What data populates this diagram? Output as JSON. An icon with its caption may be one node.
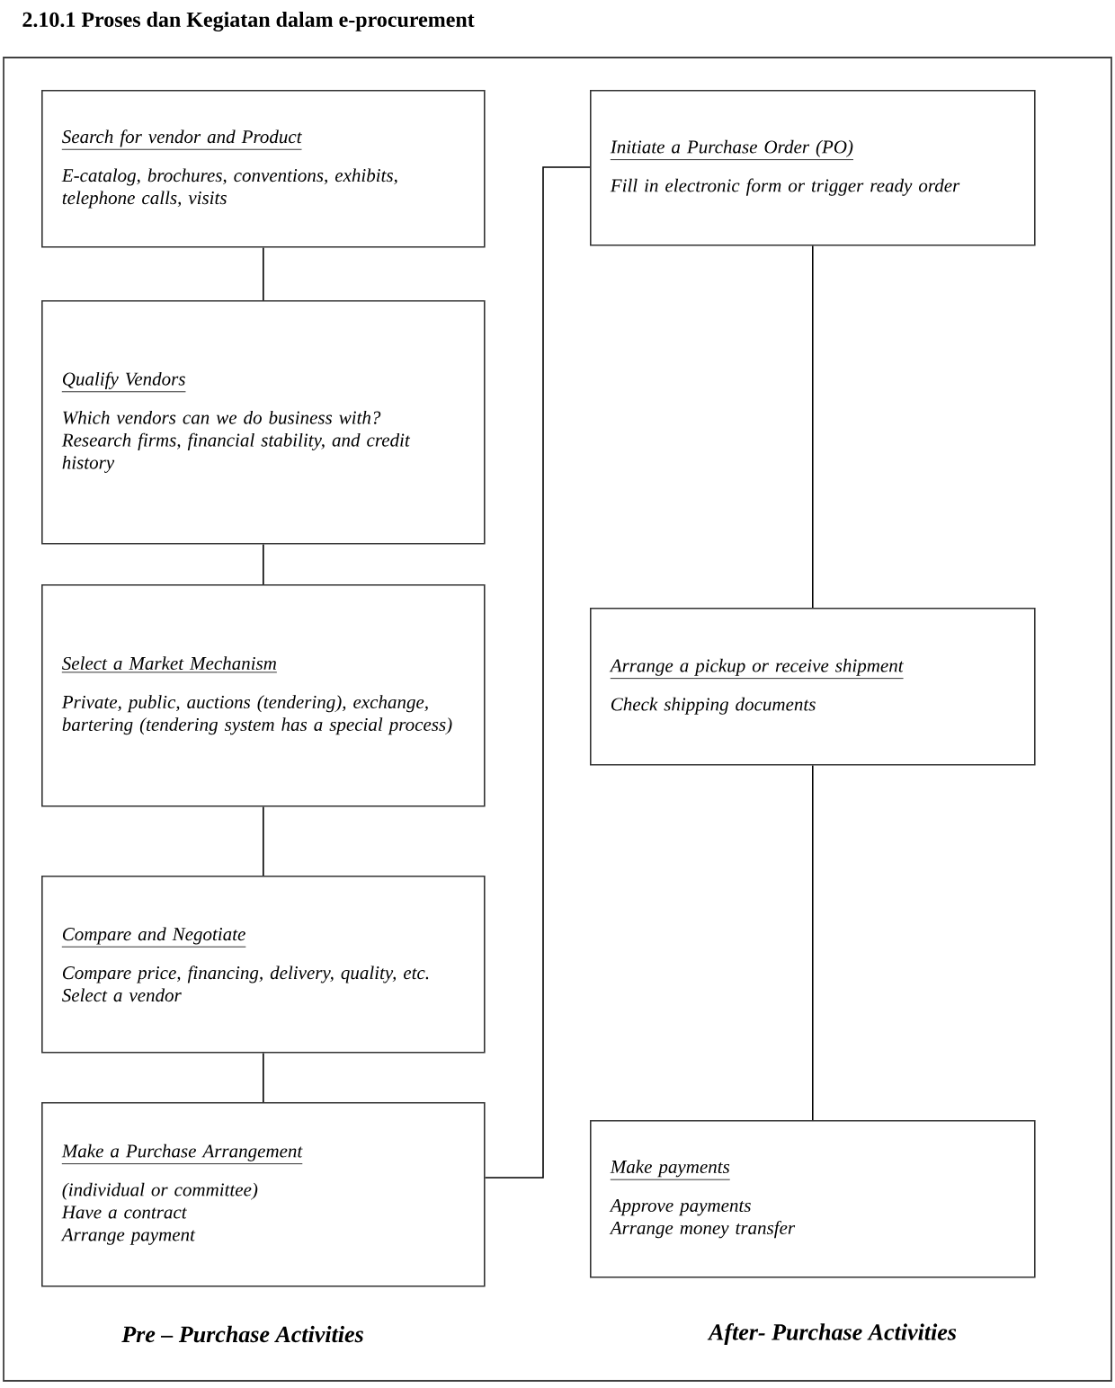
{
  "diagram": {
    "title": "2.10.1 Proses dan Kegiatan dalam e-procurement",
    "nodes": [
      {
        "text": [
          "Search for vendor and Product",
          "E-catalog, brochures, conventions, exhibits, telephone calls, visits"
        ]
      },
      {
        "text": [
          "Qualify Vendors",
          "Which vendors can we do business with?",
          "Research firms, financial stability, and credit history"
        ]
      },
      {
        "text": [
          "Select a Market Mechanism",
          "Private, public, auctions (tendering), exchange, bartering (tendering system has a special process)"
        ]
      },
      {
        "text": [
          "Compare and Negotiate",
          "Compare price, financing, delivery, quality, etc.",
          "Select a vendor"
        ]
      },
      {
        "text": [
          "Make a Purchase Arrangement",
          "(individual or committee)",
          "Have a contract",
          "Arrange payment"
        ]
      },
      {
        "text": [
          "Initiate a Purchase Order (PO)",
          "Fill in electronic form or trigger ready order"
        ]
      },
      {
        "text": [
          "Arrange a pickup or receive shipment",
          "Check shipping documents"
        ]
      },
      {
        "text": [
          "Make payments",
          "Approve payments",
          "Arrange money transfer"
        ]
      }
    ],
    "edges": [
      {
        "from": 0,
        "to": 1,
        "arrow": "none"
      },
      {
        "from": 1,
        "to": 2,
        "arrow": "none"
      },
      {
        "from": 2,
        "to": 3,
        "arrow": "none"
      },
      {
        "from": 3,
        "to": 4,
        "arrow": "none"
      },
      {
        "from": 4,
        "to": 5,
        "arrow": "none"
      },
      {
        "from": 5,
        "to": 6,
        "arrow": "none"
      },
      {
        "from": 6,
        "to": 7,
        "arrow": "none"
      }
    ],
    "labels": [
      "Pre – Purchase Activities",
      "After- Purchase Activities"
    ]
  }
}
